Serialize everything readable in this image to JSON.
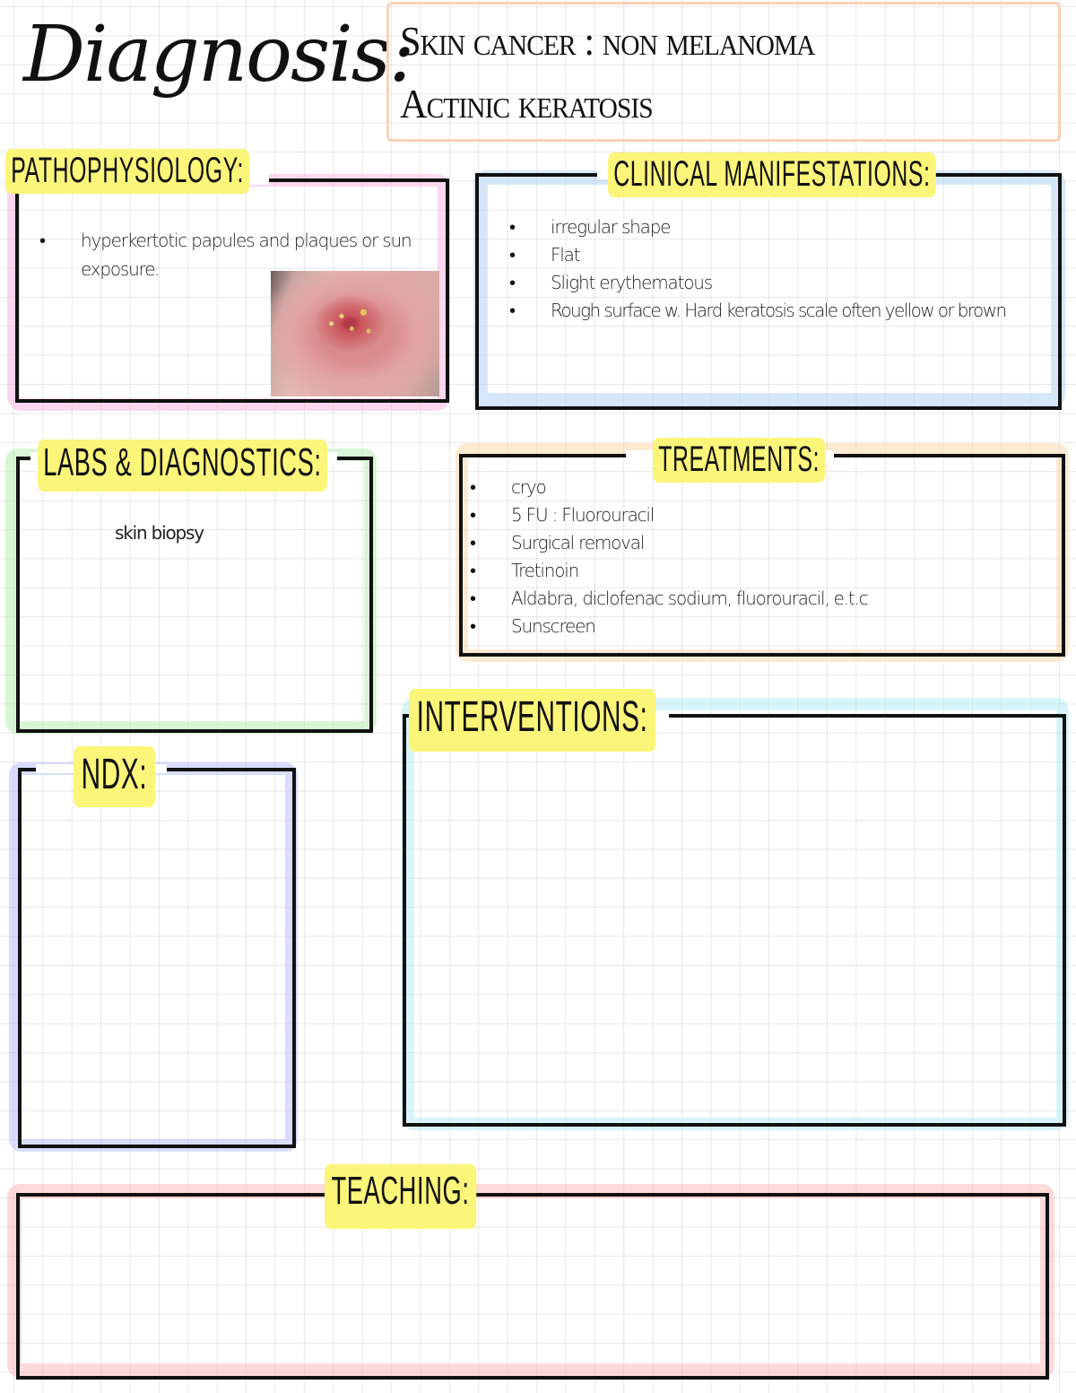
{
  "header": {
    "title": "Diagnosis:",
    "diagnosis_line1": "Skin cancer : non melanoma",
    "diagnosis_line2": "Actinic keratosis"
  },
  "sections": {
    "pathophysiology": {
      "label": "PATHOPHYSIOLOGY:",
      "items": [
        "hyperkertotic papules and plaques or sun",
        "exposure."
      ],
      "image_alt": "actinic-keratosis-lesion-photo",
      "highlight_color": "#f9c6e6"
    },
    "clinical_manifestations": {
      "label": "CLINICAL MANIFESTATIONS:",
      "items": [
        "irregular shape",
        "Flat",
        "Slight erythematous",
        "Rough surface w. Hard keratosis scale often yellow or brown"
      ],
      "highlight_color": "#c8e0fb"
    },
    "labs_diagnostics": {
      "label": "LABS & DIAGNOSTICS:",
      "items": [
        "skin biopsy"
      ],
      "highlight_color": "#c7f5c2"
    },
    "treatments": {
      "label": "TREATMENTS:",
      "items": [
        "cryo",
        "5 FU : Fluorouracil",
        "Surgical removal",
        "Tretinoin",
        "Aldabra, diclofenac sodium, fluorouracil, e.t.c",
        "Sunscreen"
      ],
      "highlight_color": "#fde3c4"
    },
    "interventions": {
      "label": "INTERVENTIONS:",
      "items": [],
      "highlight_color": "#c2f1f9"
    },
    "ndx": {
      "label": "NDX:",
      "items": [],
      "highlight_color": "#c9ccfb"
    },
    "teaching": {
      "label": "TEACHING:",
      "items": [],
      "highlight_color": "#fcc4c4"
    }
  },
  "colors": {
    "label_highlight": "#fbf57a",
    "frame_line": "#111111",
    "diagnosis_box_border": "#fbd2b8"
  }
}
